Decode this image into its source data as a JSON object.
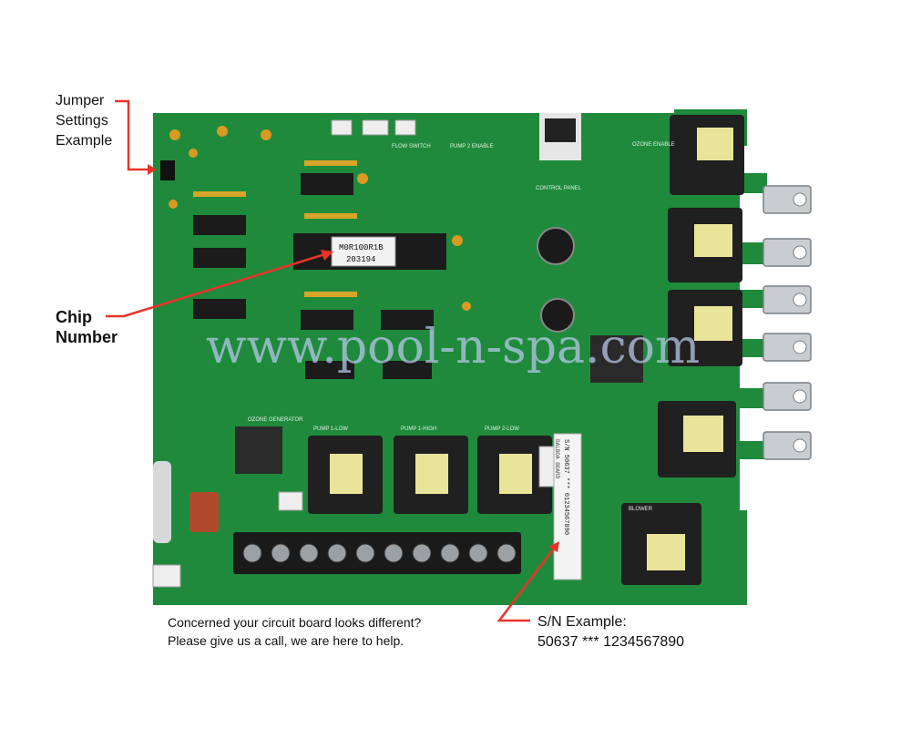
{
  "annotations": {
    "jumper": [
      "Jumper",
      "Settings",
      "Example"
    ],
    "chip": [
      "Chip",
      "Number"
    ],
    "sn": [
      "S/N Example:",
      "50637 *** 1234567890"
    ]
  },
  "note": [
    "Concerned your circuit board looks different?",
    "Please give us a call, we are here to help."
  ],
  "chip_sticker": [
    "M0R100R1B",
    "203194"
  ],
  "serial_sticker": "S/N 50637 *** 01234567890",
  "serial_sticker_sub": "BALBOA BOARD",
  "watermark": "www.pool-n-spa.com",
  "board_labels": {
    "pump1_low": "PUMP 1-LOW",
    "pump1_high": "PUMP 1-HIGH",
    "pump2_low": "PUMP 2-LOW",
    "ozone": "OZONE GENERATOR",
    "control_panel": "CONTROL PANEL",
    "blower": "BLOWER",
    "flow": "FLOW SWITCH",
    "pump2_enable": "PUMP 2 ENABLE",
    "ozone_enable": "OZONE ENABLE"
  },
  "colors": {
    "board": "#1f8a3c",
    "board_dark": "#166b2c",
    "arrow": "#e8332b",
    "relay_yellow": "#e9e49a"
  }
}
